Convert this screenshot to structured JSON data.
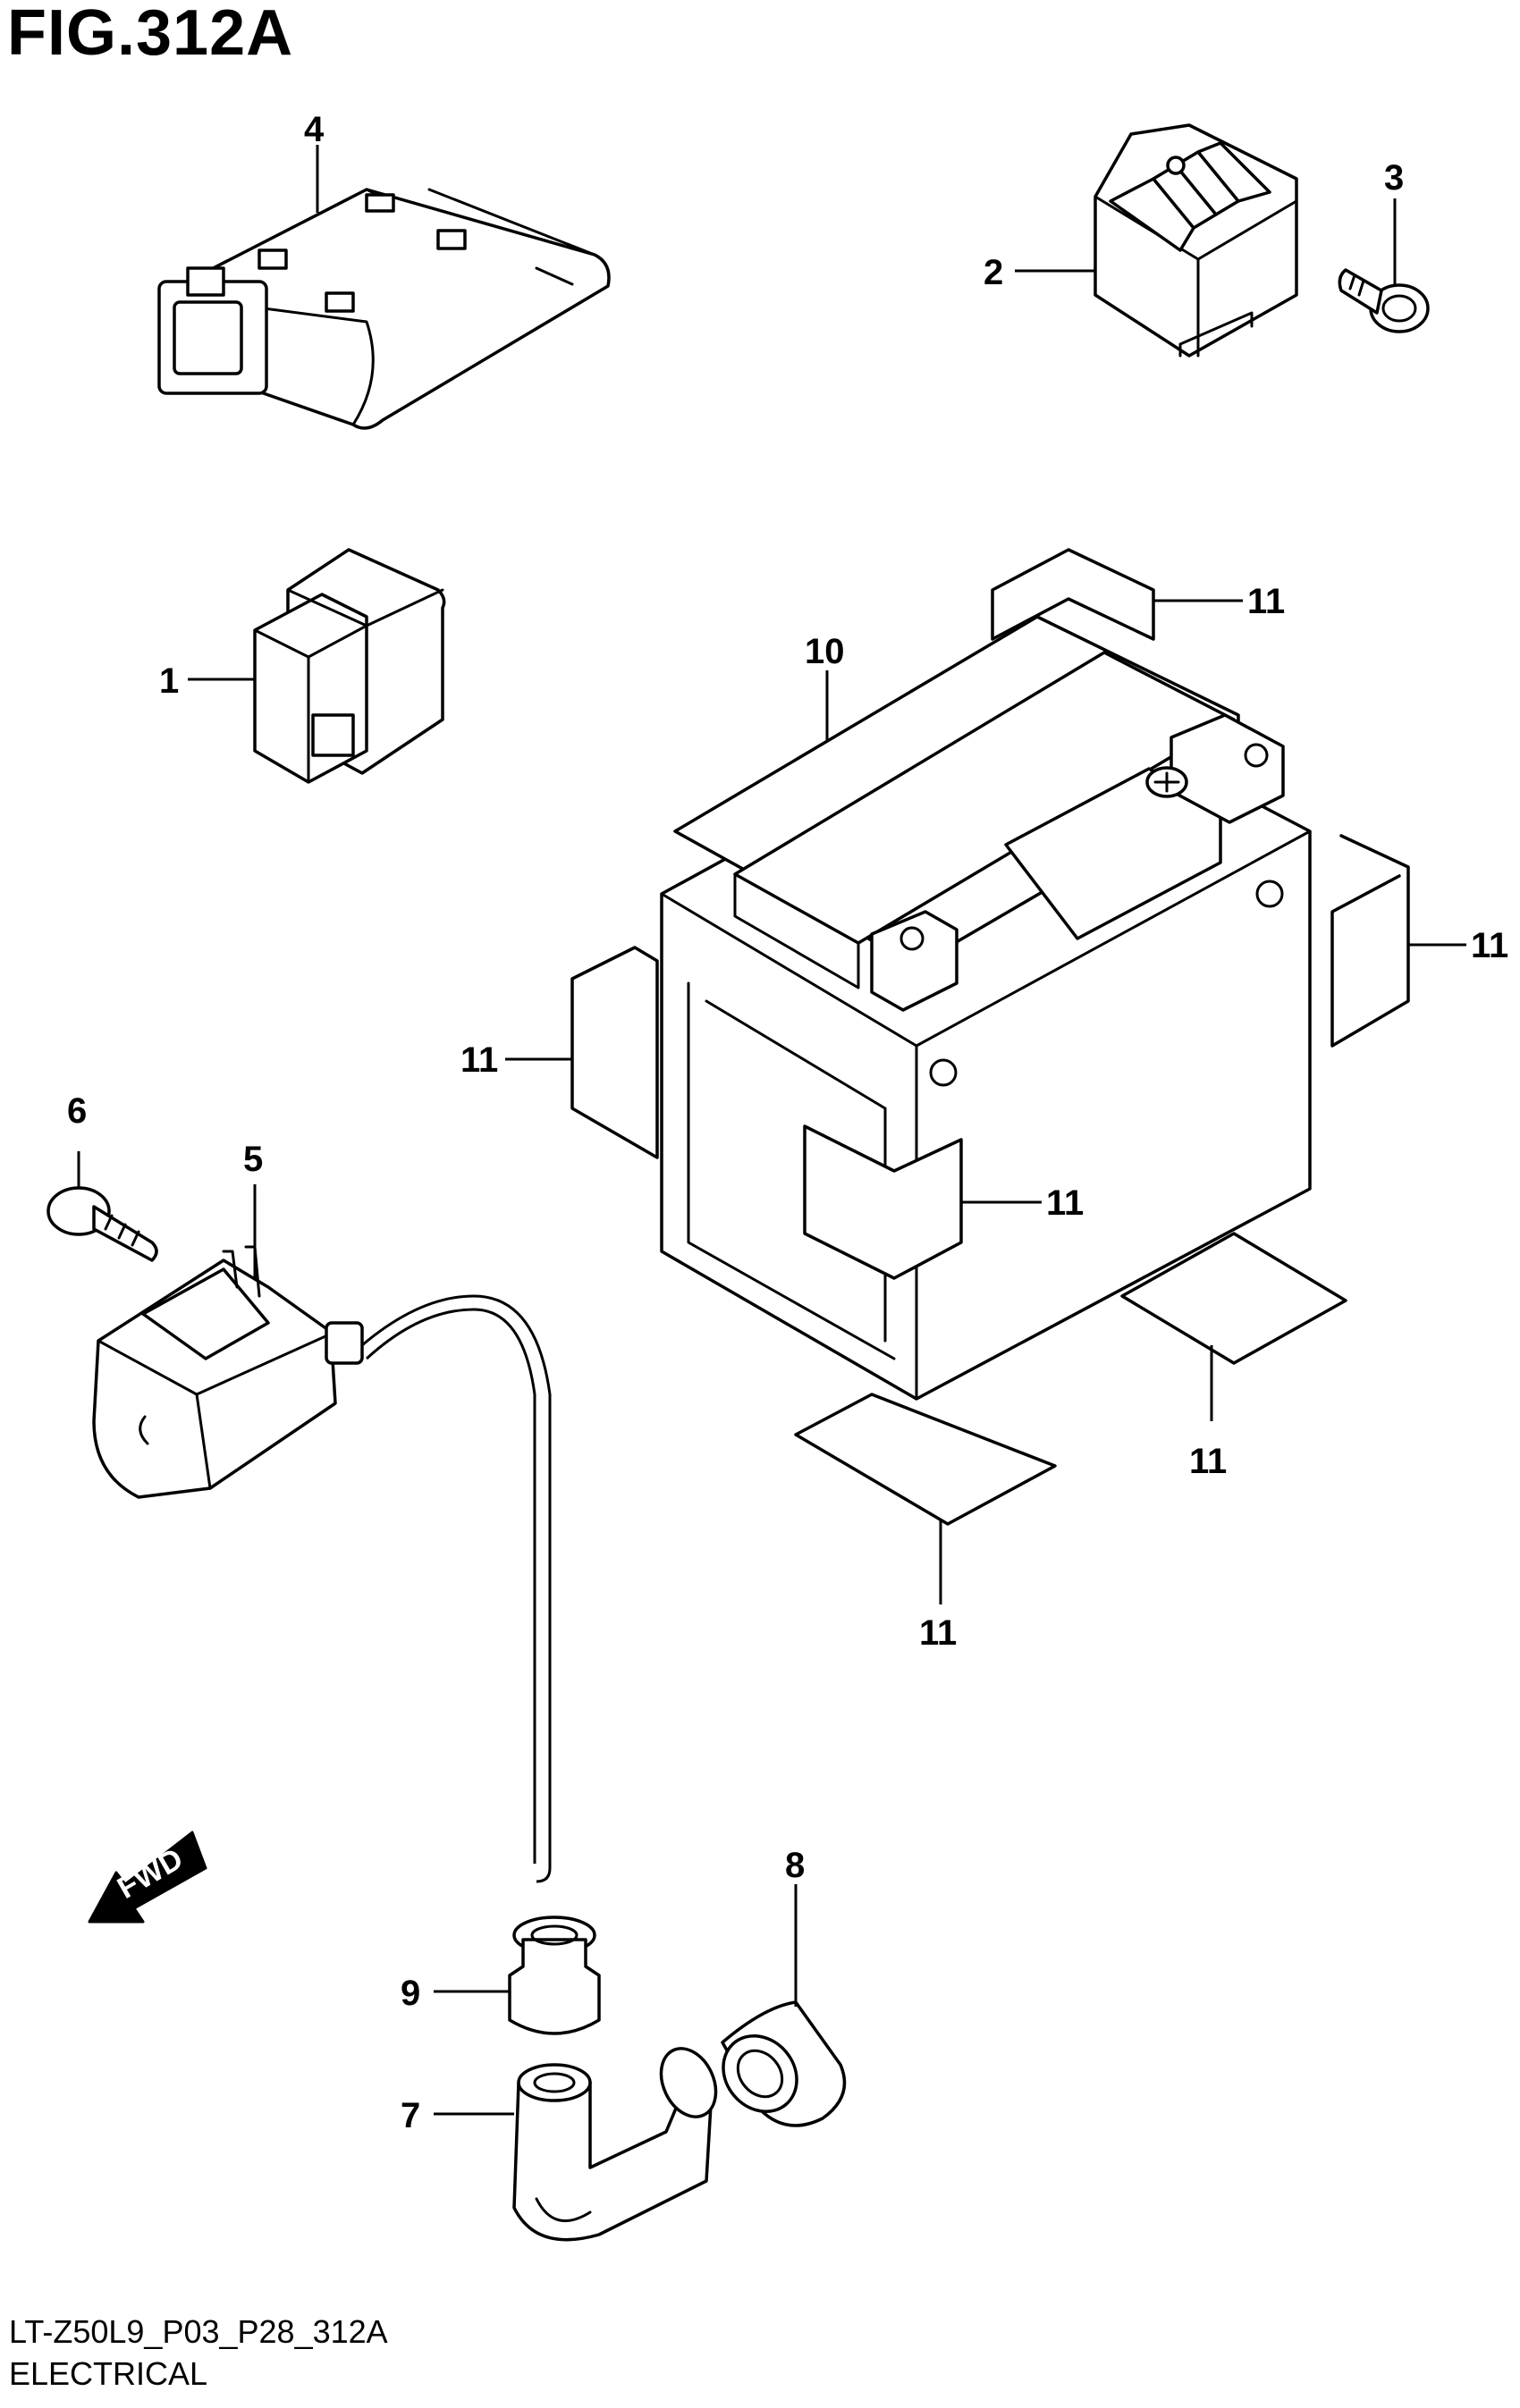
{
  "figure": {
    "title": "FIG.312A"
  },
  "footer": {
    "code": "LT-Z50L9_P03_P28_312A",
    "section": "ELECTRICAL"
  },
  "direction_indicator": {
    "label": "FWD"
  },
  "callouts": {
    "c1": "1",
    "c2": "2",
    "c3": "3",
    "c4": "4",
    "c5": "5",
    "c6": "6",
    "c7": "7",
    "c8": "8",
    "c9": "9",
    "c10": "10",
    "c11a": "11",
    "c11b": "11",
    "c11c": "11",
    "c11d": "11",
    "c11e": "11",
    "c11f": "11"
  }
}
